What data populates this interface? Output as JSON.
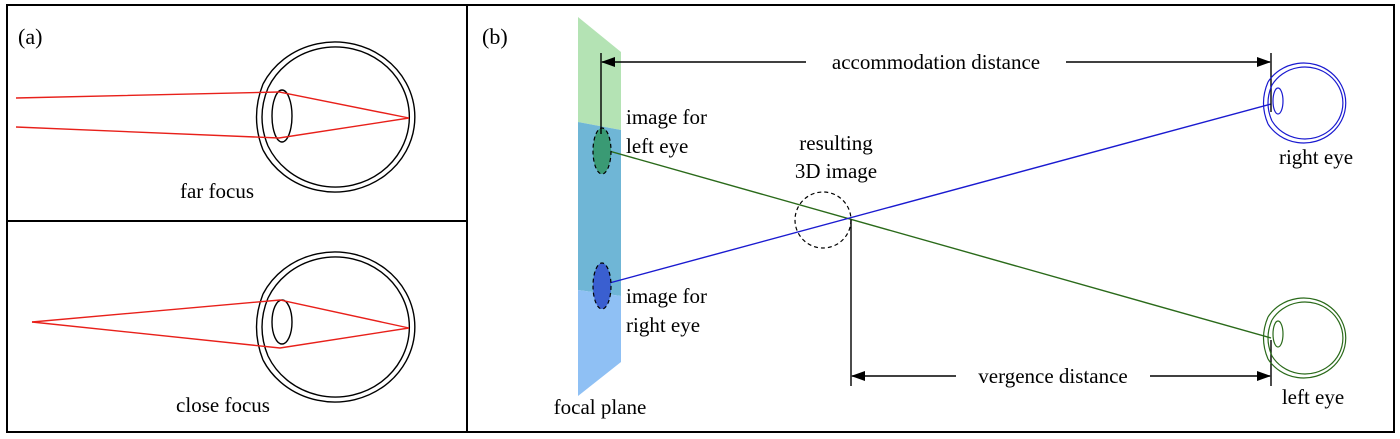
{
  "panel_a": {
    "label": "(a)",
    "top_caption": "far focus",
    "bottom_caption": "close focus"
  },
  "panel_b": {
    "label": "(b)",
    "accommodation_label": "accommodation distance",
    "vergence_label": "vergence distance",
    "focal_plane_label": "focal plane",
    "image_left_line1": "image for",
    "image_left_line2": "left eye",
    "image_right_line1": "image for",
    "image_right_line2": "right eye",
    "resulting_line1": "resulting",
    "resulting_line2": "3D image",
    "right_eye_label": "right eye",
    "left_eye_label": "left eye"
  },
  "colors": {
    "ray_red": "#e8201a",
    "right_eye_blue": "#1a1ad0",
    "left_eye_green": "#2a6a1a",
    "plane_green": "#b4e3b4",
    "plane_teal": "#6fb6d6",
    "plane_blue": "#8fc0f4"
  }
}
